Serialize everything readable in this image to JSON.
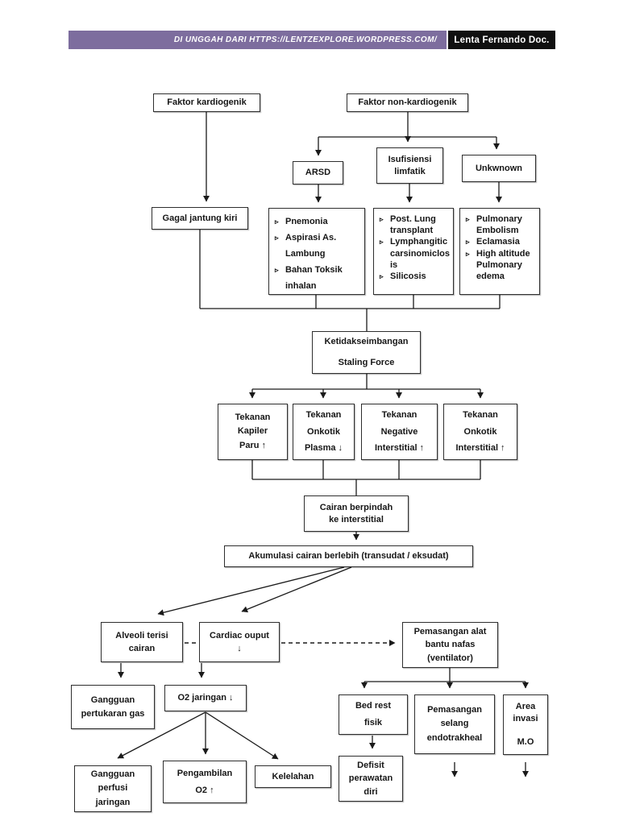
{
  "header": {
    "banner_text": "DI UNGGAH DARI HTTPS://LENTZEXPLORE.WORDPRESS.COM/",
    "credit_text": "Lenta Fernando Doc.",
    "banner_color": "#7d6d9e",
    "credit_color": "#101010"
  },
  "bullet": "▹",
  "line_color": "#1a1a1a",
  "nodes": {
    "faktor_kardiogenik": "Faktor kardiogenik",
    "faktor_non_kardiogenik": "Faktor non-kardiogenik",
    "arsd": "ARSD",
    "isufisiensi_limfatik": "Isufisiensi\nlimfatik",
    "unkwnown": "Unkwnown",
    "gagal_jantung_kiri": "Gagal jantung kiri",
    "ketidakseimbangan": "Ketidakseimbangan\nStaling Force",
    "tekanan_kapiler_paru": "Tekanan\nKapiler\nParu ↑",
    "tekanan_onkotik_plasma": "Tekanan\nOnkotik\nPlasma ↓",
    "tekanan_negative_interstitial": "Tekanan\nNegative\nInterstitial ↑",
    "tekanan_onkotik_interstitial": "Tekanan\nOnkotik\nInterstitial ↑",
    "cairan_berpindah": "Cairan berpindah\nke interstitial",
    "akumulasi_cairan": "Akumulasi cairan berlebih (transudat / eksudat)",
    "alveoli_terisi": "Alveoli terisi\ncairan",
    "cardiac_output": "Cardiac ouput\n↓",
    "ventilator": "Pemasangan alat\nbantu nafas\n(ventilator)",
    "gangguan_pertukaran_gas": "Gangguan\npertukaran gas",
    "o2_jaringan": "O2 jaringan ↓",
    "gangguan_perfusi_jaringan": "Gangguan\nperfusi\njaringan",
    "pengambilan_o2": "Pengambilan\nO2 ↑",
    "kelelahan": "Kelelahan",
    "defisit_perawatan_diri": "Defisit\nperawatan\ndiri",
    "bed_rest_fisik": "Bed rest\nfisik",
    "pemasangan_selang": "Pemasangan\nselang\nendotrakheal",
    "area_invasi": "Area\ninvasi\n\nM.O"
  },
  "lists": {
    "arsd_causes": [
      "Pnemonia",
      "Aspirasi As. Lambung",
      "Bahan Toksik inhalan"
    ],
    "limfatik_causes": [
      "Post. Lung transplant",
      "Lymphangitic carsinomiclosis",
      "Silicosis"
    ],
    "unknown_causes": [
      "Pulmonary Embolism",
      "Eclamasia",
      "High altitude Pulmonary edema"
    ]
  }
}
